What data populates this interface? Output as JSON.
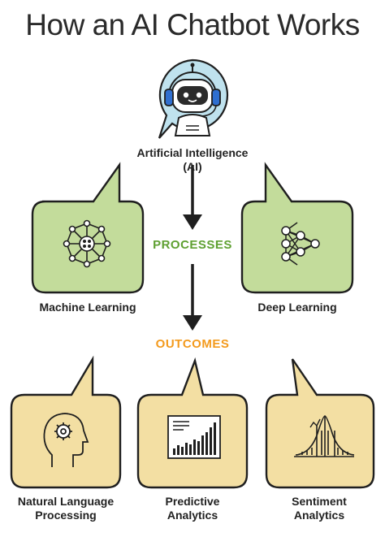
{
  "title": "How an AI Chatbot Works",
  "source": {
    "label": "Artificial Intelligence (AI)",
    "icon": "robot-with-headset-icon"
  },
  "stages": {
    "processes": "PROCESSES",
    "outcomes": "OUTCOMES"
  },
  "processes": [
    {
      "label": "Machine Learning",
      "icon": "neural-node-icon"
    },
    {
      "label": "Deep Learning",
      "icon": "network-graph-icon"
    }
  ],
  "outcomes": [
    {
      "line1": "Natural Language",
      "line2": "Processing",
      "icon": "head-gear-icon"
    },
    {
      "line1": "Predictive",
      "line2": "Analytics",
      "icon": "bar-chart-icon"
    },
    {
      "line1": "Sentiment",
      "line2": "Analytics",
      "icon": "bell-curve-icon"
    }
  ],
  "colors": {
    "process_fill": "#c3dc9b",
    "outcome_fill": "#f3dfa3",
    "robot_bubble": "#bfe2ee",
    "stroke": "#1f1f1f",
    "processes_text": "#5fa032",
    "outcomes_text": "#f39a1d"
  }
}
